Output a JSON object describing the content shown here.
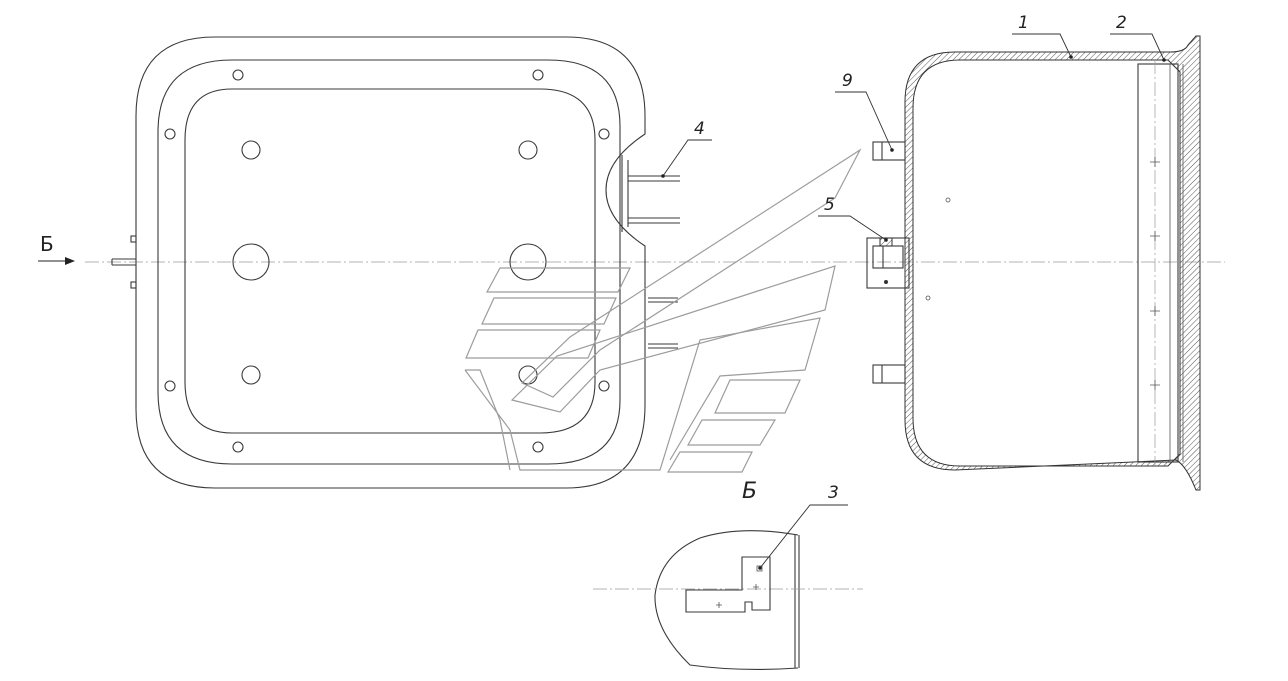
{
  "view_arrow_label": "Б",
  "view_label": "Б",
  "callouts": {
    "c1": "1",
    "c2": "2",
    "c3": "3",
    "c4": "4",
    "c5": "5",
    "c9": "9"
  },
  "colors": {
    "line": "#3a3a3a",
    "axis": "#9a9a9a",
    "watermark": "#9c9c9c"
  }
}
